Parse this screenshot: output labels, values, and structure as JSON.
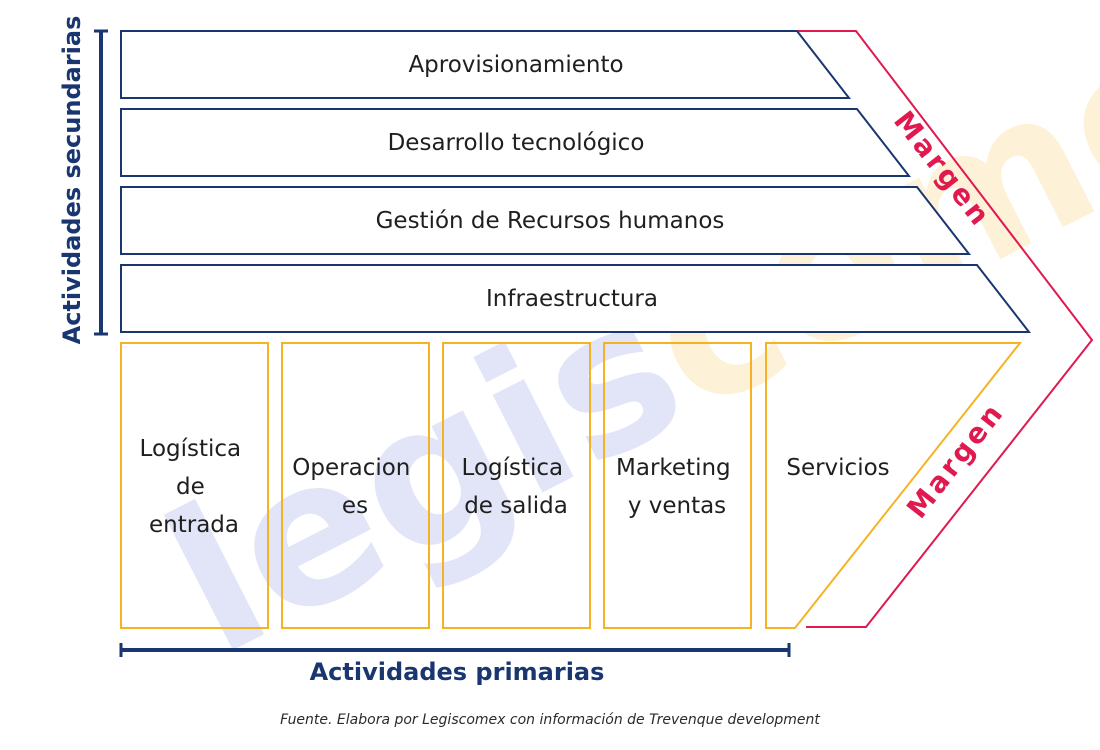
{
  "diagram": {
    "watermark": {
      "part1": "legis",
      "part2": "comex"
    },
    "support_activities": [
      {
        "label": "Aprovisionamiento"
      },
      {
        "label": "Desarrollo tecnológico"
      },
      {
        "label": "Gestión de Recursos humanos"
      },
      {
        "label": "Infraestructura"
      }
    ],
    "primary_activities": [
      {
        "lines": [
          "Logística",
          "de",
          "entrada"
        ]
      },
      {
        "lines": [
          "Operacion",
          "es"
        ]
      },
      {
        "lines": [
          "Logística",
          "de salida"
        ]
      },
      {
        "lines": [
          "Marketing",
          "y ventas"
        ]
      },
      {
        "lines": [
          "Servicios"
        ]
      }
    ],
    "secondary_axis_label": "Actividades secundarias",
    "primary_axis_label": "Actividades primarias",
    "margin_top": "Margen",
    "margin_bottom": "Margen",
    "caption": "Fuente. Elabora por Legiscomex con información de Trevenque development",
    "colors": {
      "navy": "#1a3670",
      "orange": "#f5b324",
      "crimson": "#e0194f",
      "watermark_blue": "#c9d0f2",
      "watermark_orange": "#fde7b8"
    }
  }
}
